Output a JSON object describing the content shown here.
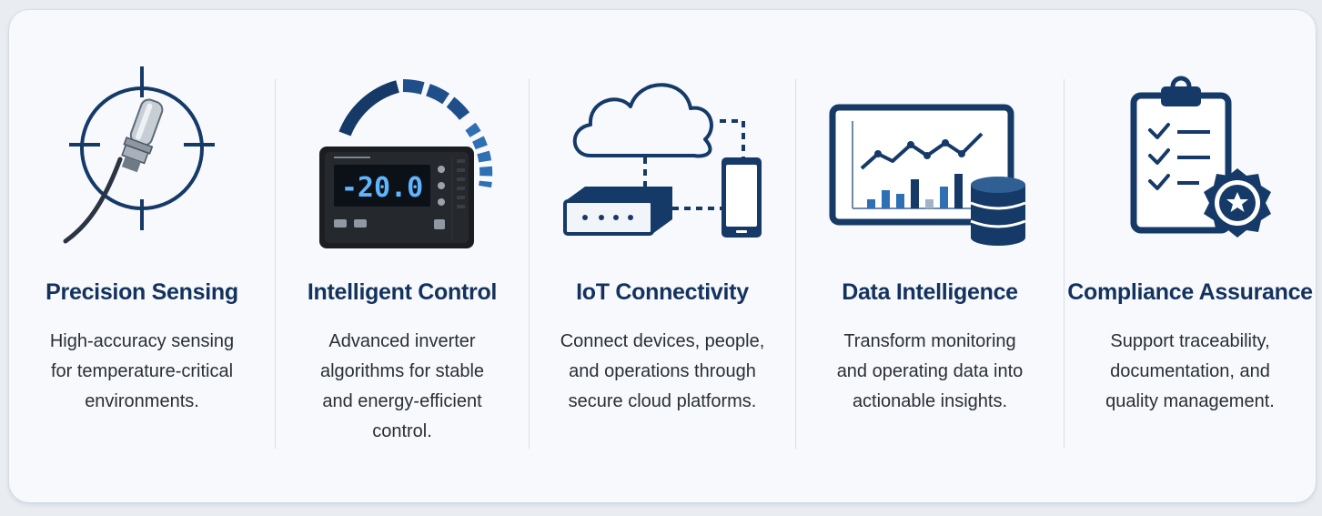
{
  "colors": {
    "navy": "#163a68",
    "blue": "#2f6fb3",
    "title": "#13325e",
    "text": "#2a2f36"
  },
  "features": [
    {
      "icon": "temperature-probe-icon",
      "title": "Precision Sensing",
      "lines": [
        "High-accuracy sensing",
        "for temperature-critical",
        "environments."
      ]
    },
    {
      "icon": "digital-controller-icon",
      "display_value": "-20.0",
      "title": "Intelligent Control",
      "lines": [
        "Advanced inverter",
        "algorithms for stable",
        "and energy-efficient",
        "control."
      ]
    },
    {
      "icon": "cloud-network-icon",
      "title": "IoT Connectivity",
      "lines": [
        "Connect devices, people,",
        "and operations through",
        "secure cloud platforms."
      ]
    },
    {
      "icon": "analytics-dashboard-icon",
      "title": "Data Intelligence",
      "lines": [
        "Transform monitoring",
        "and operating data into",
        "actionable insights."
      ]
    },
    {
      "icon": "compliance-clipboard-icon",
      "title": "Compliance Assurance",
      "lines": [
        "Support traceability,",
        "documentation, and",
        "quality management."
      ]
    }
  ]
}
